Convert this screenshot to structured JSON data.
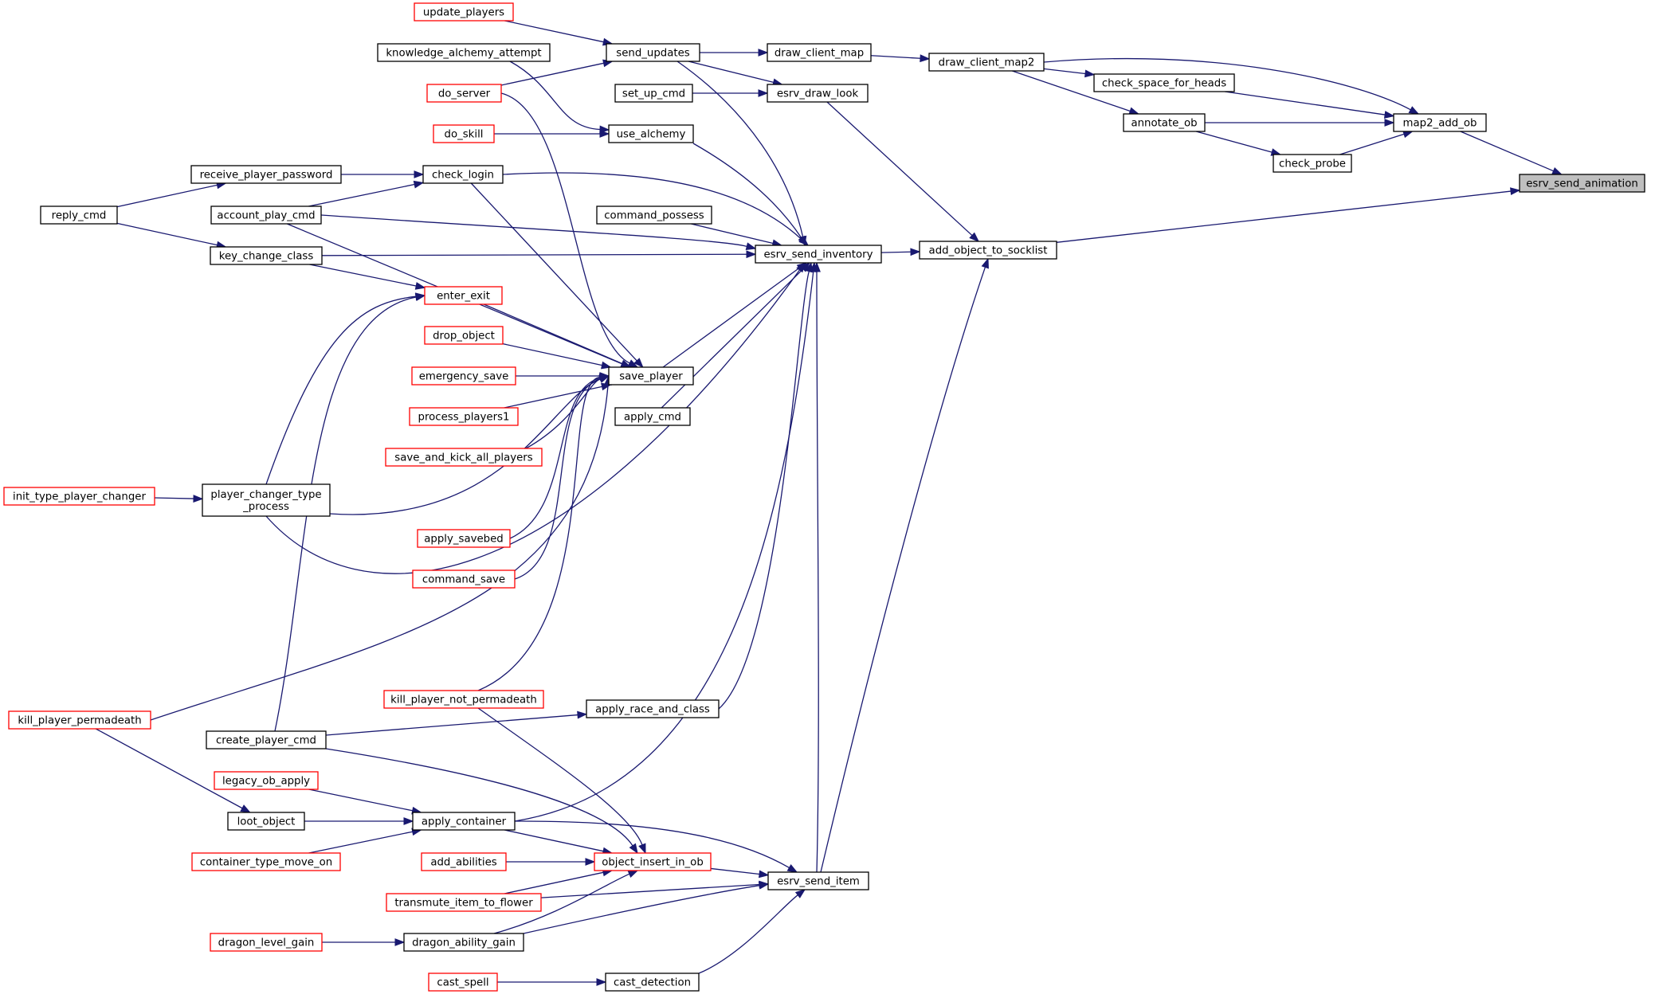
{
  "colors": {
    "edge": "#191970",
    "node_border": "#000000",
    "node_border_truncated": "#ff0000",
    "node_fill": "#ffffff",
    "focus_fill": "#bfbfbf"
  },
  "focus": "esrv_send_animation",
  "nodes": [
    {
      "id": "esrv_send_animation",
      "label": "esrv_send_animation",
      "border": "black",
      "focus": true
    },
    {
      "id": "map2_add_ob",
      "label": "map2_add_ob",
      "border": "black"
    },
    {
      "id": "add_object_to_socklist",
      "label": "add_object_to_socklist",
      "border": "black"
    },
    {
      "id": "draw_client_map2",
      "label": "draw_client_map2",
      "border": "black"
    },
    {
      "id": "check_space_for_heads",
      "label": "check_space_for_heads",
      "border": "black"
    },
    {
      "id": "annotate_ob",
      "label": "annotate_ob",
      "border": "black"
    },
    {
      "id": "check_probe",
      "label": "check_probe",
      "border": "black"
    },
    {
      "id": "draw_client_map",
      "label": "draw_client_map",
      "border": "black"
    },
    {
      "id": "esrv_draw_look",
      "label": "esrv_draw_look",
      "border": "black"
    },
    {
      "id": "esrv_send_inventory",
      "label": "esrv_send_inventory",
      "border": "black"
    },
    {
      "id": "esrv_send_item",
      "label": "esrv_send_item",
      "border": "black"
    },
    {
      "id": "send_updates",
      "label": "send_updates",
      "border": "black"
    },
    {
      "id": "set_up_cmd",
      "label": "set_up_cmd",
      "border": "black"
    },
    {
      "id": "use_alchemy",
      "label": "use_alchemy",
      "border": "black"
    },
    {
      "id": "check_login",
      "label": "check_login",
      "border": "black"
    },
    {
      "id": "command_possess",
      "label": "command_possess",
      "border": "black"
    },
    {
      "id": "save_player",
      "label": "save_player",
      "border": "black"
    },
    {
      "id": "apply_cmd",
      "label": "apply_cmd",
      "border": "black"
    },
    {
      "id": "apply_race_and_class",
      "label": "apply_race_and_class",
      "border": "black"
    },
    {
      "id": "object_insert_in_ob",
      "label": "object_insert_in_ob",
      "border": "red"
    },
    {
      "id": "cast_detection",
      "label": "cast_detection",
      "border": "black"
    },
    {
      "id": "update_players",
      "label": "update_players",
      "border": "red"
    },
    {
      "id": "knowledge_alchemy_attempt",
      "label": "knowledge_alchemy_attempt",
      "border": "black"
    },
    {
      "id": "do_server",
      "label": "do_server",
      "border": "red"
    },
    {
      "id": "do_skill",
      "label": "do_skill",
      "border": "red"
    },
    {
      "id": "enter_exit",
      "label": "enter_exit",
      "border": "red"
    },
    {
      "id": "drop_object",
      "label": "drop_object",
      "border": "red"
    },
    {
      "id": "emergency_save",
      "label": "emergency_save",
      "border": "red"
    },
    {
      "id": "process_players1",
      "label": "process_players1",
      "border": "red"
    },
    {
      "id": "save_and_kick_all_players",
      "label": "save_and_kick_all_players",
      "border": "red"
    },
    {
      "id": "apply_savebed",
      "label": "apply_savebed",
      "border": "red"
    },
    {
      "id": "command_save",
      "label": "command_save",
      "border": "red"
    },
    {
      "id": "kill_player_not_permadeath",
      "label": "kill_player_not_permadeath",
      "border": "red"
    },
    {
      "id": "apply_container",
      "label": "apply_container",
      "border": "black"
    },
    {
      "id": "add_abilities",
      "label": "add_abilities",
      "border": "red"
    },
    {
      "id": "transmute_item_to_flower",
      "label": "transmute_item_to_flower",
      "border": "red"
    },
    {
      "id": "dragon_ability_gain",
      "label": "dragon_ability_gain",
      "border": "black"
    },
    {
      "id": "cast_spell",
      "label": "cast_spell",
      "border": "red"
    },
    {
      "id": "receive_player_password",
      "label": "receive_player_password",
      "border": "black"
    },
    {
      "id": "account_play_cmd",
      "label": "account_play_cmd",
      "border": "black"
    },
    {
      "id": "key_change_class",
      "label": "key_change_class",
      "border": "black"
    },
    {
      "id": "player_changer_type_process",
      "label": [
        "player_changer_type",
        "_process"
      ],
      "border": "black"
    },
    {
      "id": "create_player_cmd",
      "label": "create_player_cmd",
      "border": "black"
    },
    {
      "id": "legacy_ob_apply",
      "label": "legacy_ob_apply",
      "border": "red"
    },
    {
      "id": "loot_object",
      "label": "loot_object",
      "border": "black"
    },
    {
      "id": "container_type_move_on",
      "label": "container_type_move_on",
      "border": "red"
    },
    {
      "id": "dragon_level_gain",
      "label": "dragon_level_gain",
      "border": "red"
    },
    {
      "id": "reply_cmd",
      "label": "reply_cmd",
      "border": "black"
    },
    {
      "id": "init_type_player_changer",
      "label": "init_type_player_changer",
      "border": "red"
    },
    {
      "id": "kill_player_permadeath",
      "label": "kill_player_permadeath",
      "border": "red"
    }
  ],
  "edges": [
    {
      "from": "map2_add_ob",
      "to": "esrv_send_animation"
    },
    {
      "from": "add_object_to_socklist",
      "to": "esrv_send_animation"
    },
    {
      "from": "draw_client_map2",
      "to": "map2_add_ob"
    },
    {
      "from": "check_space_for_heads",
      "to": "map2_add_ob"
    },
    {
      "from": "annotate_ob",
      "to": "map2_add_ob"
    },
    {
      "from": "check_probe",
      "to": "map2_add_ob"
    },
    {
      "from": "draw_client_map2",
      "to": "check_space_for_heads"
    },
    {
      "from": "draw_client_map2",
      "to": "annotate_ob"
    },
    {
      "from": "annotate_ob",
      "to": "check_probe"
    },
    {
      "from": "draw_client_map",
      "to": "draw_client_map2"
    },
    {
      "from": "send_updates",
      "to": "draw_client_map"
    },
    {
      "from": "esrv_draw_look",
      "to": "add_object_to_socklist"
    },
    {
      "from": "esrv_send_inventory",
      "to": "add_object_to_socklist"
    },
    {
      "from": "esrv_send_item",
      "to": "add_object_to_socklist"
    },
    {
      "from": "send_updates",
      "to": "esrv_draw_look"
    },
    {
      "from": "set_up_cmd",
      "to": "esrv_draw_look"
    },
    {
      "from": "update_players",
      "to": "send_updates"
    },
    {
      "from": "do_server",
      "to": "send_updates"
    },
    {
      "from": "send_updates",
      "to": "esrv_send_inventory"
    },
    {
      "from": "use_alchemy",
      "to": "esrv_send_inventory"
    },
    {
      "from": "check_login",
      "to": "esrv_send_inventory"
    },
    {
      "from": "command_possess",
      "to": "esrv_send_inventory"
    },
    {
      "from": "account_play_cmd",
      "to": "esrv_send_inventory"
    },
    {
      "from": "key_change_class",
      "to": "esrv_send_inventory"
    },
    {
      "from": "save_player",
      "to": "esrv_send_inventory"
    },
    {
      "from": "apply_cmd",
      "to": "esrv_send_inventory"
    },
    {
      "from": "player_changer_type_process",
      "to": "esrv_send_inventory"
    },
    {
      "from": "apply_race_and_class",
      "to": "esrv_send_inventory"
    },
    {
      "from": "apply_container",
      "to": "esrv_send_inventory"
    },
    {
      "from": "esrv_send_item",
      "to": "esrv_send_inventory"
    },
    {
      "from": "knowledge_alchemy_attempt",
      "to": "use_alchemy"
    },
    {
      "from": "do_skill",
      "to": "use_alchemy"
    },
    {
      "from": "receive_player_password",
      "to": "check_login"
    },
    {
      "from": "account_play_cmd",
      "to": "check_login"
    },
    {
      "from": "check_login",
      "to": "save_player"
    },
    {
      "from": "do_server",
      "to": "save_player"
    },
    {
      "from": "account_play_cmd",
      "to": "save_player"
    },
    {
      "from": "enter_exit",
      "to": "save_player"
    },
    {
      "from": "drop_object",
      "to": "save_player"
    },
    {
      "from": "emergency_save",
      "to": "save_player"
    },
    {
      "from": "process_players1",
      "to": "save_player"
    },
    {
      "from": "save_and_kick_all_players",
      "to": "save_player"
    },
    {
      "from": "player_changer_type_process",
      "to": "save_player"
    },
    {
      "from": "apply_savebed",
      "to": "save_player"
    },
    {
      "from": "command_save",
      "to": "save_player"
    },
    {
      "from": "kill_player_not_permadeath",
      "to": "save_player"
    },
    {
      "from": "kill_player_permadeath",
      "to": "save_player"
    },
    {
      "from": "reply_cmd",
      "to": "receive_player_password"
    },
    {
      "from": "reply_cmd",
      "to": "key_change_class"
    },
    {
      "from": "key_change_class",
      "to": "enter_exit"
    },
    {
      "from": "player_changer_type_process",
      "to": "enter_exit"
    },
    {
      "from": "create_player_cmd",
      "to": "enter_exit"
    },
    {
      "from": "init_type_player_changer",
      "to": "player_changer_type_process"
    },
    {
      "from": "create_player_cmd",
      "to": "apply_race_and_class"
    },
    {
      "from": "create_player_cmd",
      "to": "object_insert_in_ob"
    },
    {
      "from": "kill_player_not_permadeath",
      "to": "object_insert_in_ob"
    },
    {
      "from": "apply_container",
      "to": "object_insert_in_ob"
    },
    {
      "from": "add_abilities",
      "to": "object_insert_in_ob"
    },
    {
      "from": "transmute_item_to_flower",
      "to": "object_insert_in_ob"
    },
    {
      "from": "dragon_ability_gain",
      "to": "object_insert_in_ob"
    },
    {
      "from": "object_insert_in_ob",
      "to": "esrv_send_item"
    },
    {
      "from": "apply_container",
      "to": "esrv_send_item"
    },
    {
      "from": "transmute_item_to_flower",
      "to": "esrv_send_item"
    },
    {
      "from": "dragon_ability_gain",
      "to": "esrv_send_item"
    },
    {
      "from": "cast_detection",
      "to": "esrv_send_item"
    },
    {
      "from": "legacy_ob_apply",
      "to": "apply_container"
    },
    {
      "from": "loot_object",
      "to": "apply_container"
    },
    {
      "from": "container_type_move_on",
      "to": "apply_container"
    },
    {
      "from": "kill_player_permadeath",
      "to": "loot_object"
    },
    {
      "from": "dragon_level_gain",
      "to": "dragon_ability_gain"
    },
    {
      "from": "cast_spell",
      "to": "cast_detection"
    }
  ]
}
